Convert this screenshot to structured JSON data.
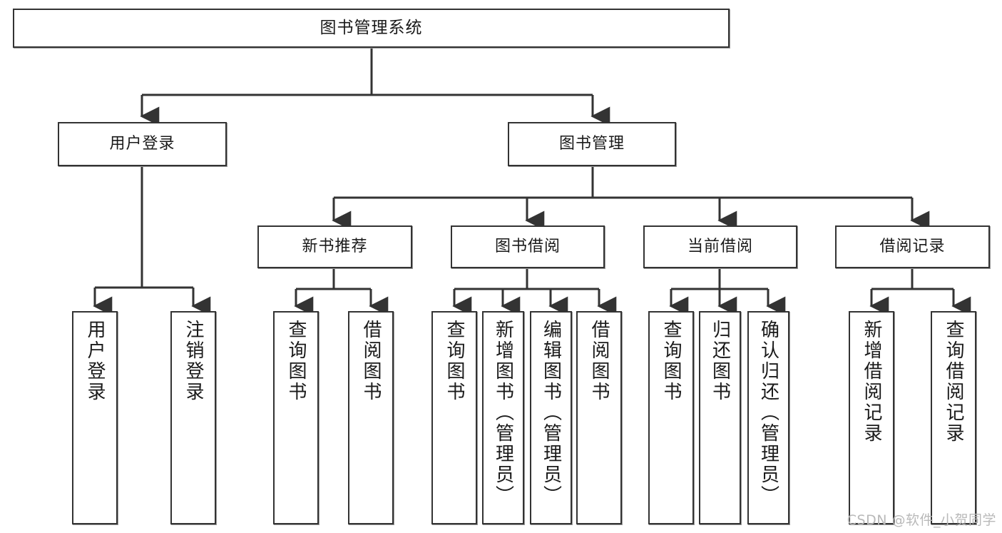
{
  "diagram": {
    "type": "tree",
    "title": "图书管理系统",
    "colors": {
      "border": "#333333",
      "background": "#ffffff",
      "text": "#1a1a1a",
      "watermark": "#b9b9b9"
    },
    "root": {
      "label": "图书管理系统"
    },
    "level2": [
      {
        "label": "用户登录"
      },
      {
        "label": "图书管理"
      }
    ],
    "level3": [
      {
        "label": "新书推荐"
      },
      {
        "label": "图书借阅"
      },
      {
        "label": "当前借阅"
      },
      {
        "label": "借阅记录"
      }
    ],
    "leaves": [
      {
        "label": "用户登录",
        "parent": "用户登录"
      },
      {
        "label": "注销登录",
        "parent": "用户登录"
      },
      {
        "label": "查询图书",
        "parent": "新书推荐"
      },
      {
        "label": "借阅图书",
        "parent": "新书推荐"
      },
      {
        "label": "查询图书",
        "parent": "图书借阅"
      },
      {
        "label": "新增图书（管理员）",
        "parent": "图书借阅"
      },
      {
        "label": "编辑图书（管理员）",
        "parent": "图书借阅"
      },
      {
        "label": "借阅图书",
        "parent": "图书借阅"
      },
      {
        "label": "查询图书",
        "parent": "当前借阅"
      },
      {
        "label": "归还图书",
        "parent": "当前借阅"
      },
      {
        "label": "确认归还（管理员）",
        "parent": "当前借阅"
      },
      {
        "label": "新增借阅记录",
        "parent": "借阅记录"
      },
      {
        "label": "查询借阅记录",
        "parent": "借阅记录"
      }
    ]
  },
  "watermark": {
    "text": "CSDN @软件_小贺同学"
  }
}
